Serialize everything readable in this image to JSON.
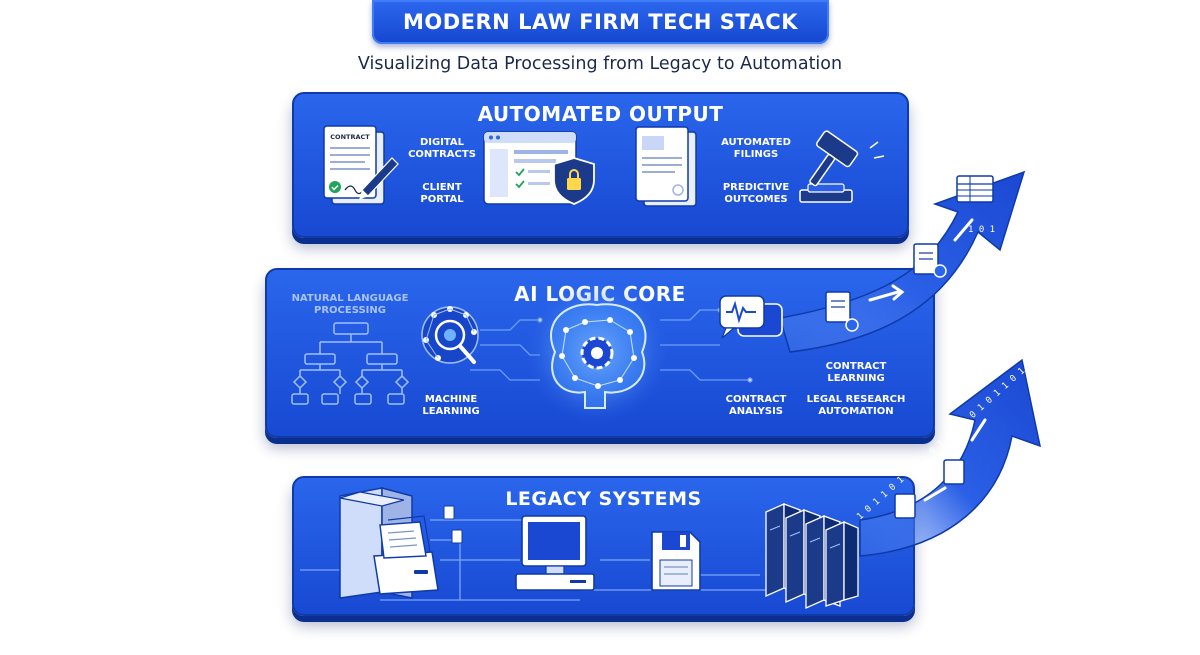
{
  "header": {
    "title": "MODERN LAW FIRM TECH STACK",
    "subtitle": "Visualizing Data Processing from Legacy to Automation"
  },
  "layers": {
    "output": {
      "title": "AUTOMATED OUTPUT",
      "labels": {
        "digital_contracts": [
          "DIGITAL",
          "CONTRACTS"
        ],
        "client_portal": [
          "CLIENT",
          "PORTAL"
        ],
        "automated_filings": [
          "AUTOMATED",
          "FILINGS"
        ],
        "predictive_outcomes": [
          "PREDICTIVE",
          "OUTCOMES"
        ]
      },
      "contract_doc_label": "CONTRACT"
    },
    "ai_core": {
      "title": "AI LOGIC CORE",
      "labels": {
        "nlp": [
          "NATURAL LANGUAGE",
          "PROCESSING"
        ],
        "machine_learning": [
          "MACHINE",
          "LEARNING"
        ],
        "contract_analysis": [
          "CONTRACT",
          "ANALYSIS"
        ],
        "contract_learning": [
          "CONTRACT",
          "LEARNING"
        ],
        "legal_research": [
          "LEGAL RESEARCH",
          "AUTOMATION"
        ]
      }
    },
    "legacy": {
      "title": "LEGACY SYSTEMS"
    }
  },
  "arrows": {
    "binary_upper": "1 0 1",
    "binary_lower": "1 0 1 1 0 1 0 1 1 0 1 0 1 1 0 1 0 1 1 0 1 0 1"
  },
  "colors": {
    "panel": "#1f57df",
    "panel_border": "#0f3aa8",
    "arrow": "#1c4fd8",
    "text_dark": "#1b2a4a"
  }
}
